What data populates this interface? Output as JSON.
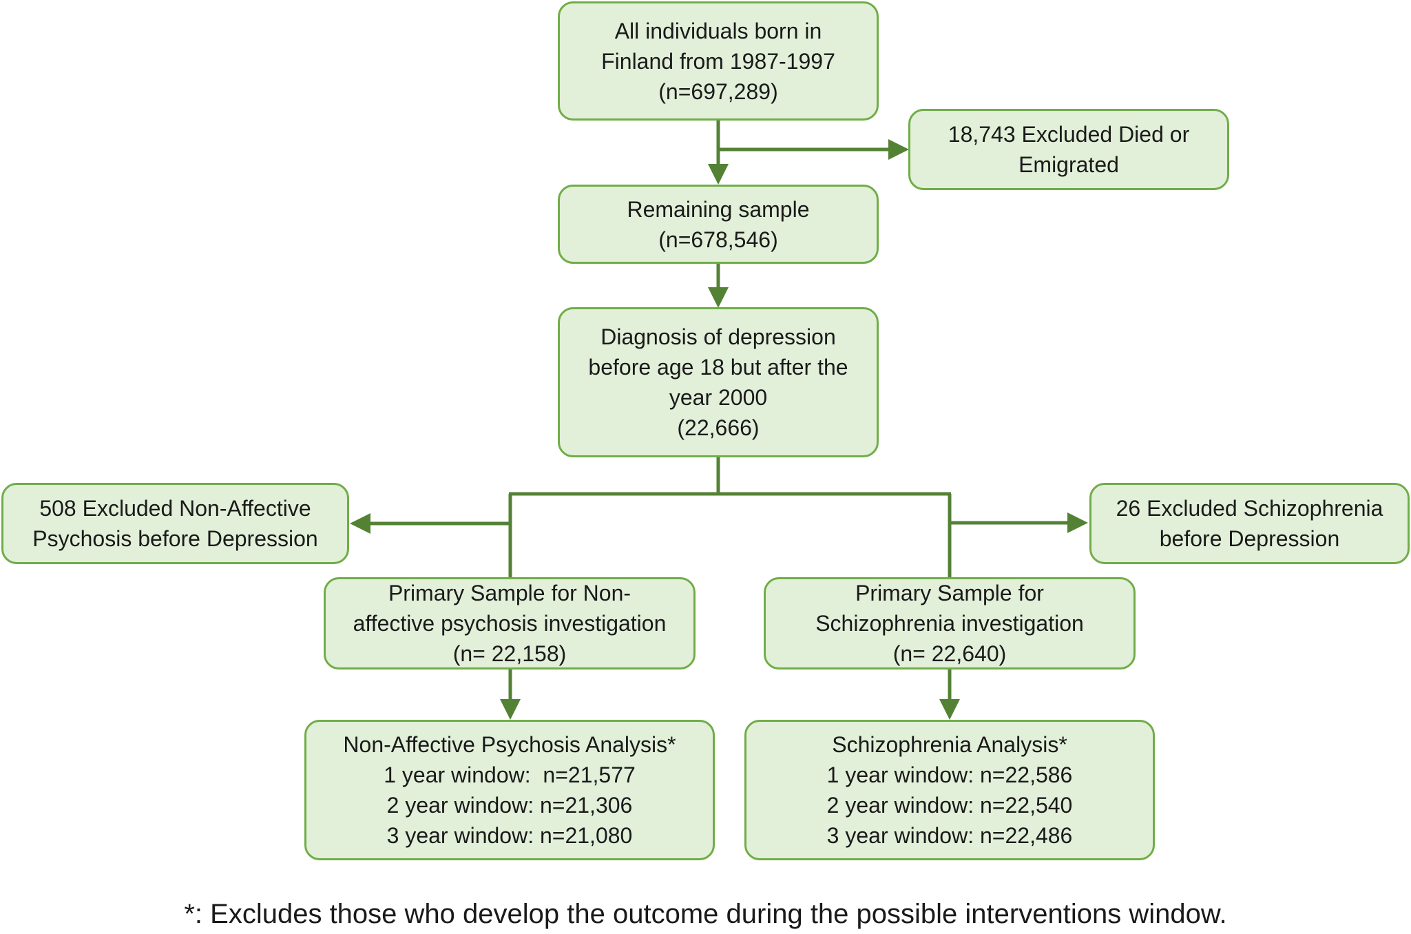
{
  "flowchart": {
    "boxes": {
      "population": {
        "lines": [
          "All individuals born in",
          "Finland from 1987-1997",
          "(n=697,289)"
        ]
      },
      "excluded_died": {
        "lines": [
          "18,743 Excluded Died or",
          "Emigrated"
        ]
      },
      "remaining": {
        "lines": [
          "Remaining sample",
          "(n=678,546)"
        ]
      },
      "depression": {
        "lines": [
          "Diagnosis of depression",
          "before age 18 but after the",
          "year 2000",
          "(22,666)"
        ]
      },
      "excluded_nap": {
        "lines": [
          "508 Excluded Non-Affective",
          "Psychosis before Depression"
        ]
      },
      "excluded_scz": {
        "lines": [
          "26 Excluded Schizophrenia",
          "before Depression"
        ]
      },
      "primary_nap": {
        "lines": [
          "Primary Sample for Non-",
          "affective psychosis investigation",
          "(n= 22,158)"
        ]
      },
      "primary_scz": {
        "lines": [
          "Primary Sample for",
          "Schizophrenia investigation",
          "(n= 22,640)"
        ]
      },
      "analysis_nap": {
        "lines": [
          "Non-Affective Psychosis Analysis*",
          "1 year window:  n=21,577",
          "2 year window: n=21,306",
          "3 year window: n=21,080"
        ]
      },
      "analysis_scz": {
        "lines": [
          "Schizophrenia Analysis*",
          "1 year window: n=22,586",
          "2 year window: n=22,540",
          "3 year window: n=22,486"
        ]
      }
    },
    "footnote": "*: Excludes those who develop the outcome during the possible interventions window.",
    "colors": {
      "box_fill": "#e2efd9",
      "box_border": "#70ad47",
      "connector": "#548235"
    }
  }
}
